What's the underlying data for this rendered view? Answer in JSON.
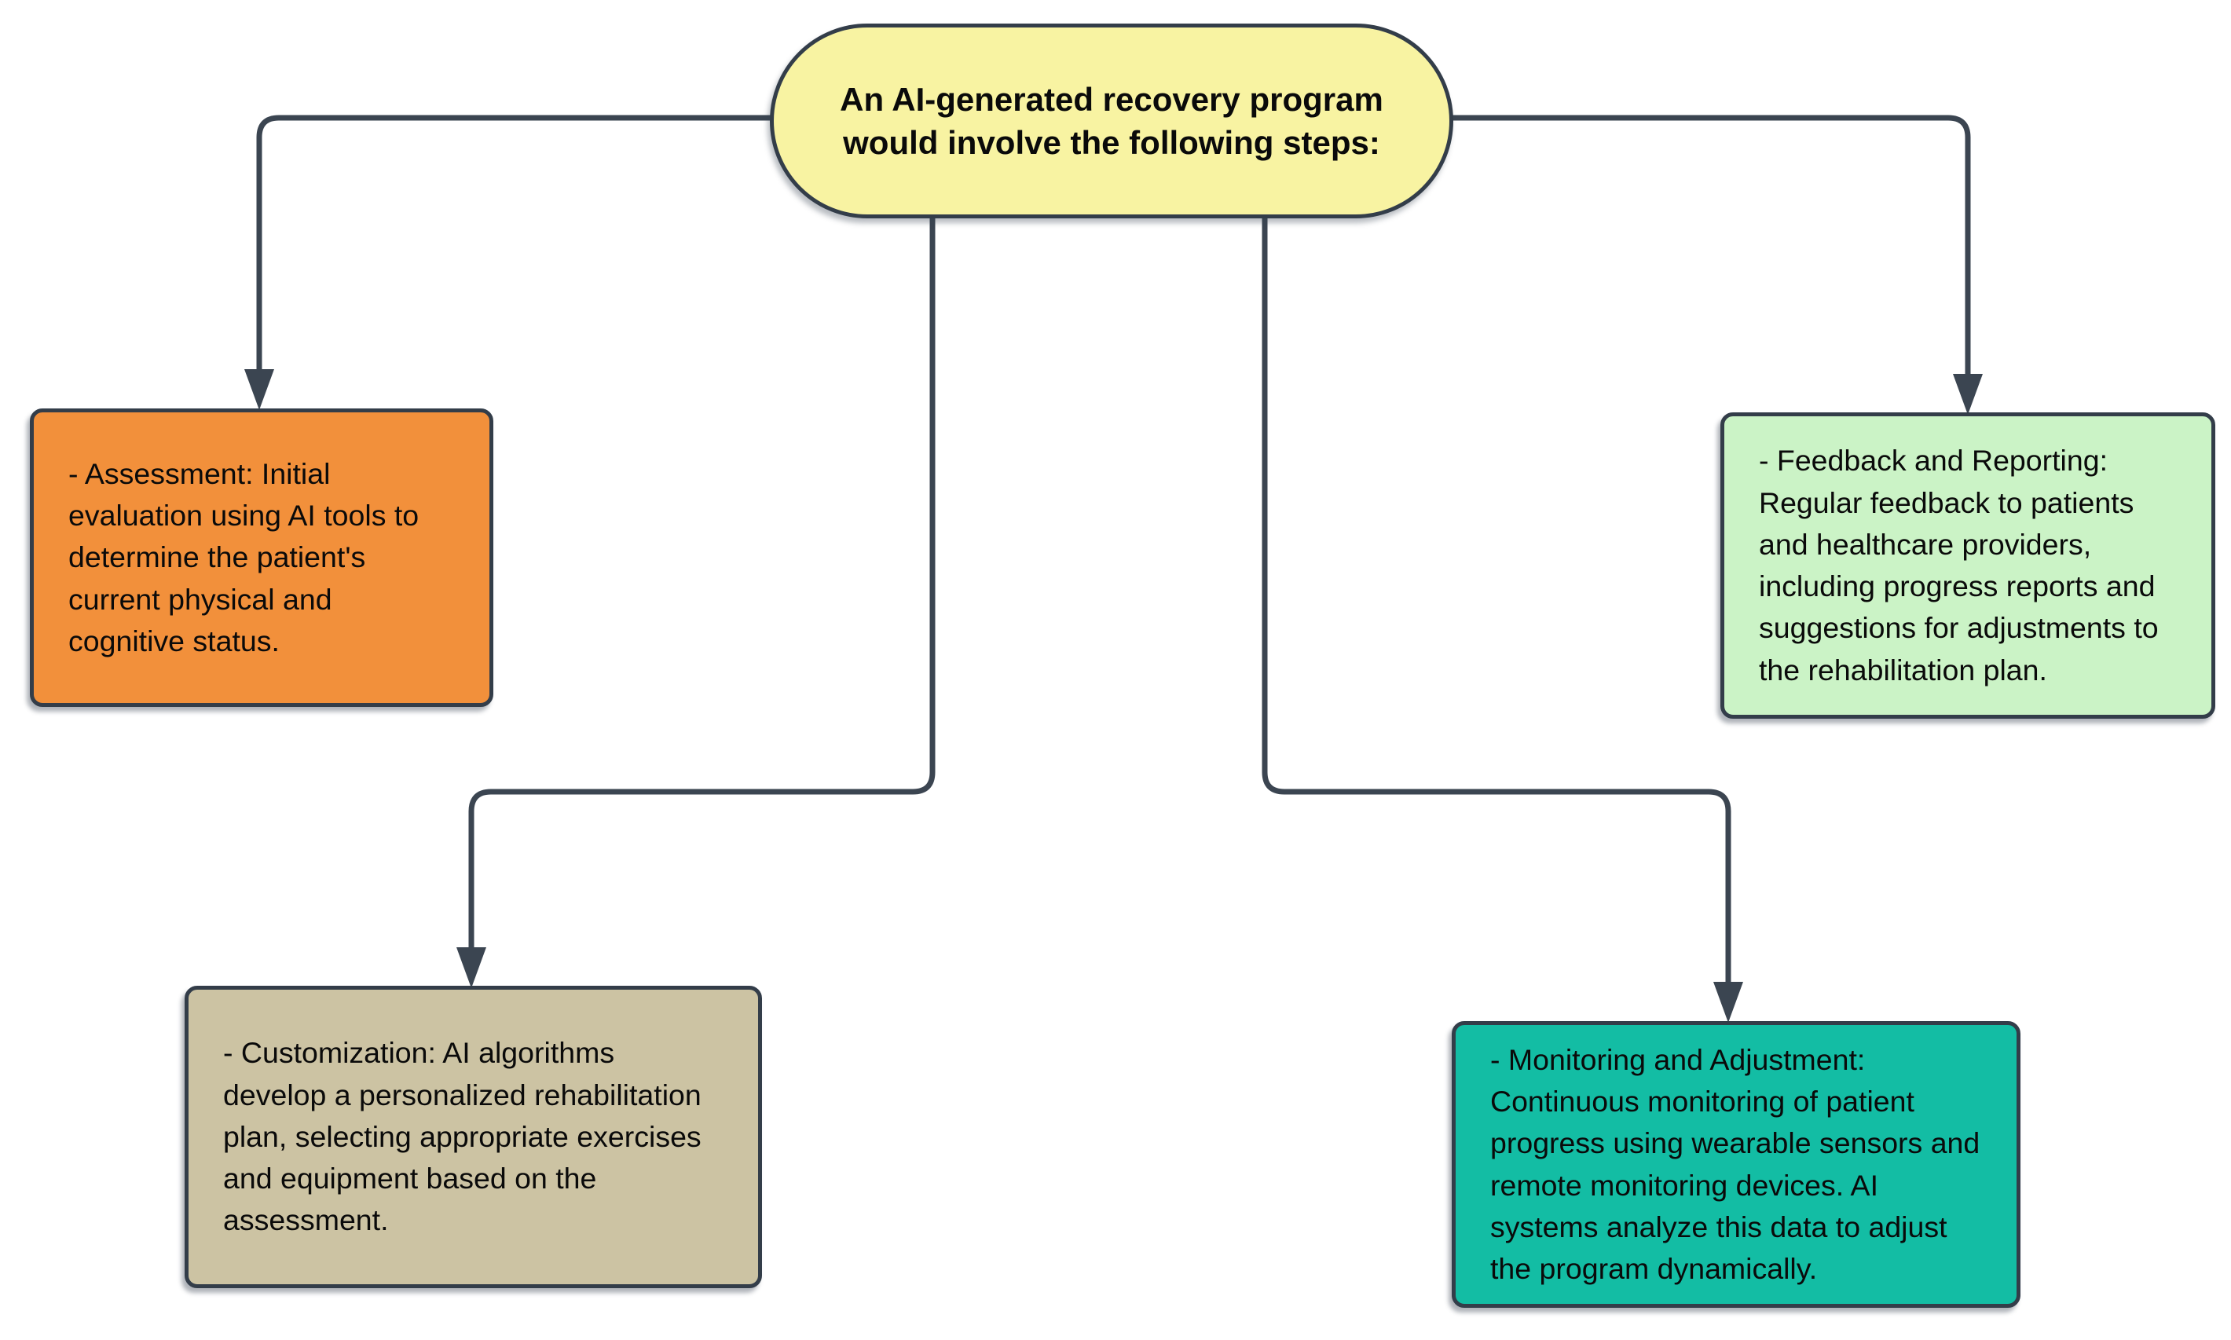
{
  "colors": {
    "background": "#FFFFFF",
    "connector": "#3B4551",
    "node_border": "#333D49",
    "text": "#0A0A0A",
    "root_fill": "#F8F3A2",
    "assessment_fill": "#F2903B",
    "feedback_fill": "#CBF3C6",
    "customization_fill": "#CCC3A3",
    "monitoring_fill": "#13BDA4"
  },
  "root": {
    "label": "An AI-generated recovery program would involve the following steps:"
  },
  "nodes": [
    {
      "id": "assessment",
      "text": "- Assessment: Initial evaluation using AI tools to determine the patient's current physical and cognitive status."
    },
    {
      "id": "feedback-and-reporting",
      "text": "- Feedback and Reporting: Regular feedback to patients and healthcare providers, including progress reports and suggestions for adjustments to the rehabilitation plan."
    },
    {
      "id": "customization",
      "text": "- Customization: AI algorithms develop a personalized rehabilitation plan, selecting appropriate exercises and equipment based on the assessment."
    },
    {
      "id": "monitoring-and-adjustment",
      "text": "- Monitoring and Adjustment: Continuous monitoring of patient progress using wearable sensors and remote monitoring devices. AI systems analyze this data to adjust the program dynamically."
    }
  ]
}
